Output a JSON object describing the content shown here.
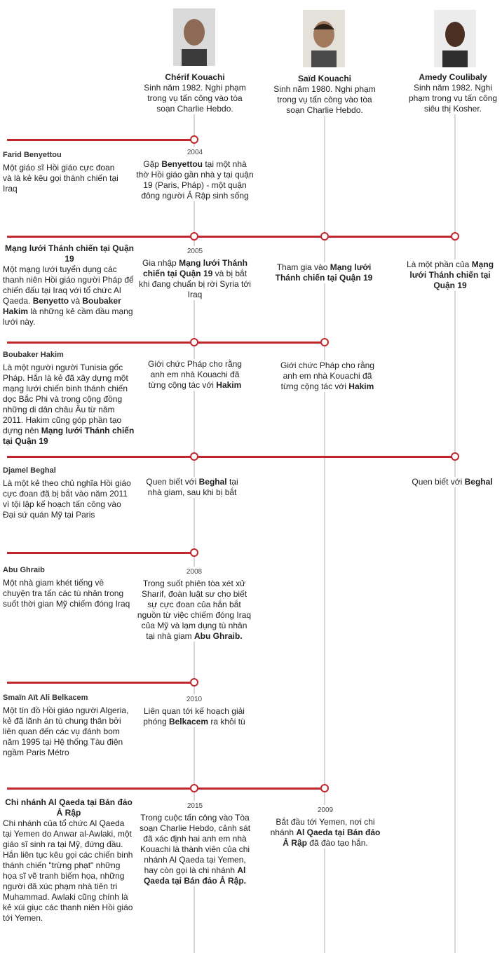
{
  "people": [
    {
      "name": "Chérif Kouachi",
      "bio": "Sinh năm 1982. Nghi phạm trong vụ tấn công vào tòa soạn Charlie Hebdo.",
      "photo_icon": "portrait-photo"
    },
    {
      "name": "Saïd Kouachi",
      "bio": "Sinh năm 1980. Nghi phạm trong vụ tấn công vào tòa soạn Charlie Hebdo.",
      "photo_icon": "portrait-photo"
    },
    {
      "name": "Amedy Coulibaly",
      "bio": "Sinh năm 1982. Nghi phạm trong vụ tấn công siêu thị Kosher.",
      "photo_icon": "portrait-photo"
    }
  ],
  "accent_color": "#c0272d",
  "rows": [
    {
      "left": {
        "name": "Farid Benyettou",
        "desc": "Một giáo sĩ Hồi giáo cực đoan và là kẻ kêu gọi thánh chiến tại Iraq"
      },
      "cherif": {
        "year": "2004",
        "parts": [
          [
            "Gặp ",
            0
          ],
          [
            "Benyettou",
            1
          ],
          [
            " tại một nhà thờ Hồi giáo gần nhà y tại quận 19 (Paris, Pháp) - một quận đông người Ả Rập sinh sống",
            0
          ]
        ]
      }
    },
    {
      "left": {
        "title": "Mạng lưới Thánh chiến tại Quận 19",
        "parts": [
          [
            "Một mạng lưới tuyển dụng các thanh niên Hồi giáo người Pháp để chiến đấu tại Iraq với tổ chức Al Qaeda. ",
            0
          ],
          [
            "Benyetto",
            1
          ],
          [
            " và ",
            0
          ],
          [
            "Boubaker Hakim",
            1
          ],
          [
            " là những kẻ cầm đầu mạng lưới này.",
            0
          ]
        ]
      },
      "cherif": {
        "year": "2005",
        "parts": [
          [
            "Gia nhập ",
            0
          ],
          [
            "Mạng lưới Thánh chiến tại Quận 19",
            1
          ],
          [
            " và bị bắt khi đang chuẩn bị rời Syria tới Iraq",
            0
          ]
        ]
      },
      "said": {
        "parts": [
          [
            "Tham gia vào ",
            0
          ],
          [
            "Mạng lưới Thánh chiến tại Quận 19",
            1
          ]
        ]
      },
      "amedy": {
        "parts": [
          [
            "Là một phần của ",
            0
          ],
          [
            "Mạng lưới Thánh chiến tại Quận 19",
            1
          ]
        ]
      }
    },
    {
      "left": {
        "name": "Boubaker Hakim",
        "parts": [
          [
            "Là một người người Tunisia gốc Pháp. Hắn là kẻ đã xây dựng một mạng lưới chiến binh thánh chiến dọc Bắc Phi và trong cộng đồng những di dân châu Âu từ năm 2011. Hakim cũng góp phần tạo dựng nên ",
            0
          ],
          [
            "Mạng lưới Thánh chiến tại Quận 19",
            1
          ]
        ]
      },
      "cherif": {
        "parts": [
          [
            "Giới chức Pháp cho rằng anh em nhà Kouachi đã từng cộng tác với ",
            0
          ],
          [
            "Hakim",
            1
          ]
        ]
      },
      "said": {
        "parts": [
          [
            "Giới chức Pháp cho rằng anh em nhà Kouachi đã từng cộng tác với ",
            0
          ],
          [
            "Hakim",
            1
          ]
        ]
      }
    },
    {
      "left": {
        "name": "Djamel Beghal",
        "desc": "Là một kẻ theo chủ nghĩa Hồi giáo cực đoan đã bị bắt vào năm 2011 vì tội lập kế hoạch tấn công vào Đại sứ quán Mỹ tại Paris"
      },
      "cherif": {
        "parts": [
          [
            "Quen biết với ",
            0
          ],
          [
            "Beghal",
            1
          ],
          [
            " tại nhà giam, sau khi bị bắt",
            0
          ]
        ]
      },
      "amedy": {
        "parts": [
          [
            "Quen biết với ",
            0
          ],
          [
            "Beghal",
            1
          ]
        ]
      }
    },
    {
      "left": {
        "name": "Abu Ghraib",
        "desc": "Một nhà giam khét tiếng về chuyện tra tấn các tù nhân trong suốt thời gian Mỹ chiếm đóng Iraq"
      },
      "cherif": {
        "year": "2008",
        "parts": [
          [
            "Trong suốt phiên tòa xét xử Sharif, đoàn luật sư cho biết sự cực đoan của hắn bắt nguồn từ việc chiếm đóng Iraq của Mỹ và lạm dụng tù nhân tại nhà giam ",
            0
          ],
          [
            "Abu Ghraib.",
            1
          ]
        ]
      }
    },
    {
      "left": {
        "name": "Smaïn Aït Ali Belkacem",
        "desc": "Một tín đồ Hồi giáo người Algeria, kẻ đã lãnh án tù chung thân bởi liên quan đến các vụ đánh bom năm 1995 tại Hệ thống Tàu điện ngầm Paris Métro"
      },
      "cherif": {
        "year": "2010",
        "parts": [
          [
            "Liên quan tới kế hoạch giải phóng ",
            0
          ],
          [
            "Belkacem",
            1
          ],
          [
            " ra khỏi tù",
            0
          ]
        ]
      }
    },
    {
      "left": {
        "title": "Chi nhánh Al Qaeda tại Bán đảo Ả Rập",
        "desc": "Chi nhánh của tổ chức Al Qaeda tại Yemen do Anwar al-Awlaki, một giáo sĩ sinh ra tại Mỹ, đứng đầu. Hắn liên tục kêu gọi các chiến binh thánh chiến \"trừng phạt\" những họa sĩ vẽ tranh biếm họa, những người đã xúc phạm nhà tiên tri Muhammad. Awlaki cũng chính là kẻ xúi giục các thanh niên Hồi giáo tới Yemen."
      },
      "cherif": {
        "year": "2015",
        "parts": [
          [
            "Trong cuộc tấn công vào Tòa soạn Charlie Hebdo, cảnh sát đã xác định hai anh em nhà Kouachi là thành viên của chi nhánh Al Qaeda tại Yemen, hay còn gọi là chi nhánh ",
            0
          ],
          [
            "Al Qaeda tại Bán đảo Ả Rập.",
            1
          ]
        ]
      },
      "said": {
        "year": "2009",
        "parts": [
          [
            "Bắt đầu tới Yemen, nơi chi nhánh ",
            0
          ],
          [
            "Al Qaeda tại Bán đảo Ả Rập",
            1
          ],
          [
            " đã đào tạo hắn.",
            0
          ]
        ]
      }
    }
  ]
}
